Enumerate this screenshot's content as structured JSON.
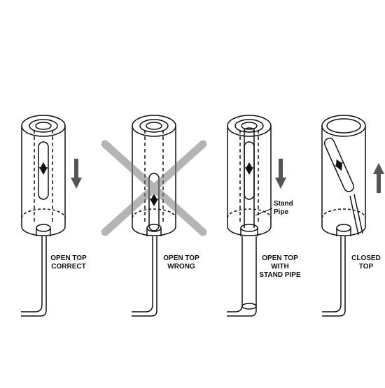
{
  "panels": [
    {
      "id": "open-top-correct",
      "caption_lines": [
        "OPEN TOP",
        "CORRECT"
      ]
    },
    {
      "id": "open-top-wrong",
      "caption_lines": [
        "OPEN TOP",
        "WRONG"
      ]
    },
    {
      "id": "open-top-stand-pipe",
      "caption_lines": [
        "OPEN TOP",
        "WITH",
        "STAND PIPE"
      ],
      "callout_lines": [
        "Stand",
        "Pipe"
      ]
    },
    {
      "id": "closed-top",
      "caption_lines": [
        "CLOSED",
        "TOP"
      ]
    }
  ],
  "colors": {
    "line": "#111111",
    "wrong_x": "#9a9a9a",
    "background": "#ffffff"
  },
  "icons": [
    "arrow-down-icon",
    "arrow-down-icon",
    "arrow-up-icon",
    "cross-out-icon"
  ]
}
